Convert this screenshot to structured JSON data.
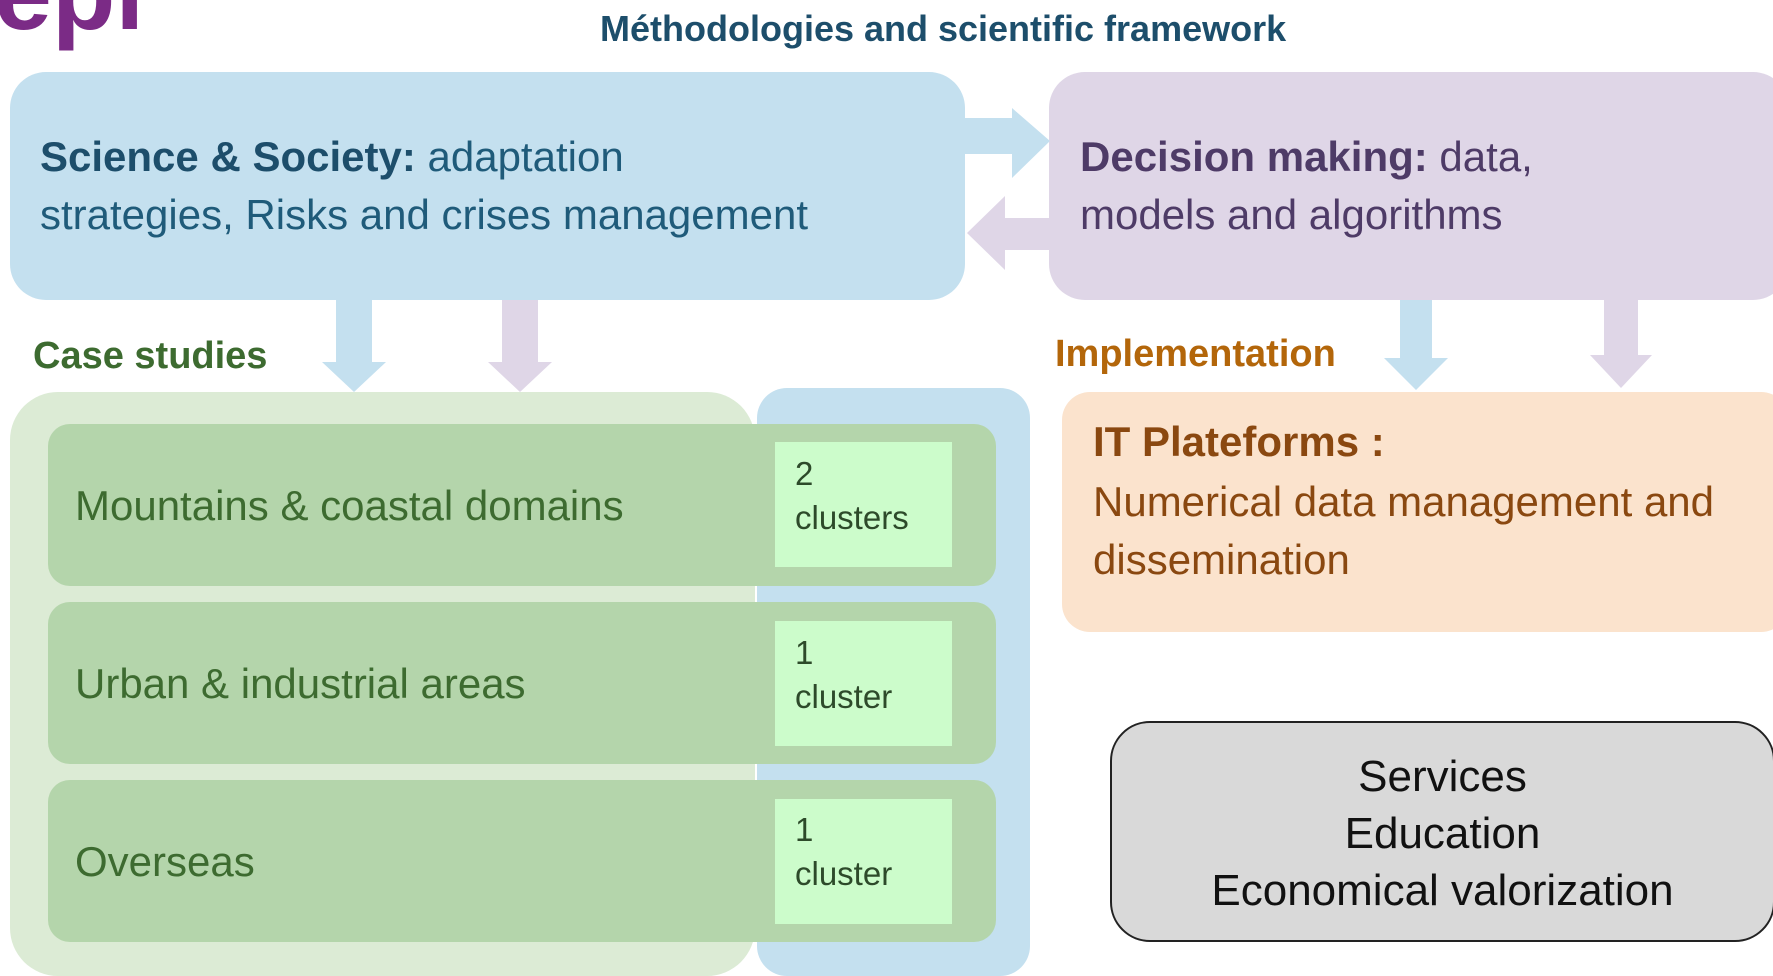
{
  "header": {
    "title": "Méthodologies and scientific framework"
  },
  "logo_fragment": "epi",
  "science_box": {
    "bold": "Science & Society:",
    "line1_rest": " adaptation",
    "line2": "strategies, Risks and crises management"
  },
  "decision_box": {
    "bold": "Decision making:",
    "line1_rest": " data,",
    "line2": "models and algorithms"
  },
  "case_studies": {
    "label": "Case studies",
    "rows": [
      {
        "label": "Mountains & coastal domains",
        "count": "2",
        "unit": "clusters"
      },
      {
        "label": "Urban & industrial areas",
        "count": "1",
        "unit": "cluster"
      },
      {
        "label": "Overseas",
        "count": "1",
        "unit": "cluster"
      }
    ]
  },
  "implementation": {
    "label": "Implementation",
    "title": "IT Plateforms :",
    "desc": "Numerical data management and dissemination"
  },
  "services": {
    "lines": [
      "Services",
      "Education",
      "Economical valorization"
    ]
  },
  "colors": {
    "science_blue": "#c4e0ef",
    "decision_purple": "#dfd6e7",
    "case_green": "#b4d5ab",
    "cluster_green": "#ccfccb",
    "implementation_orange": "#fbe3cd",
    "services_grey": "#d9d9d9"
  }
}
